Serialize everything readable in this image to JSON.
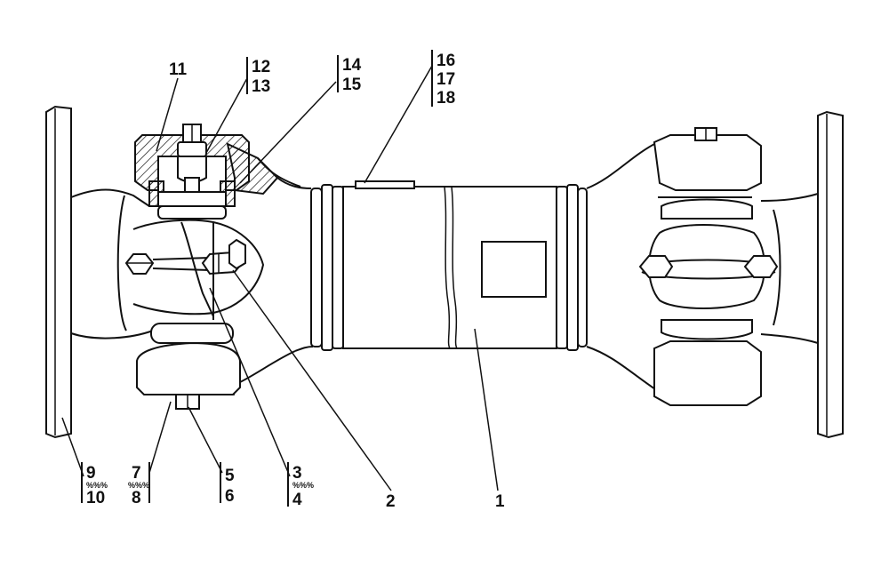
{
  "callouts": {
    "c1": "1",
    "c2": "2",
    "c3": "3",
    "c4": "4",
    "c5": "5",
    "c6": "6",
    "c7": "7",
    "c8": "8",
    "c9": "9",
    "c10": "10",
    "c11": "11",
    "c12": "12",
    "c13": "13",
    "c14": "14",
    "c15": "15",
    "c16": "16",
    "c17": "17",
    "c18": "18",
    "sep": "%%%"
  }
}
